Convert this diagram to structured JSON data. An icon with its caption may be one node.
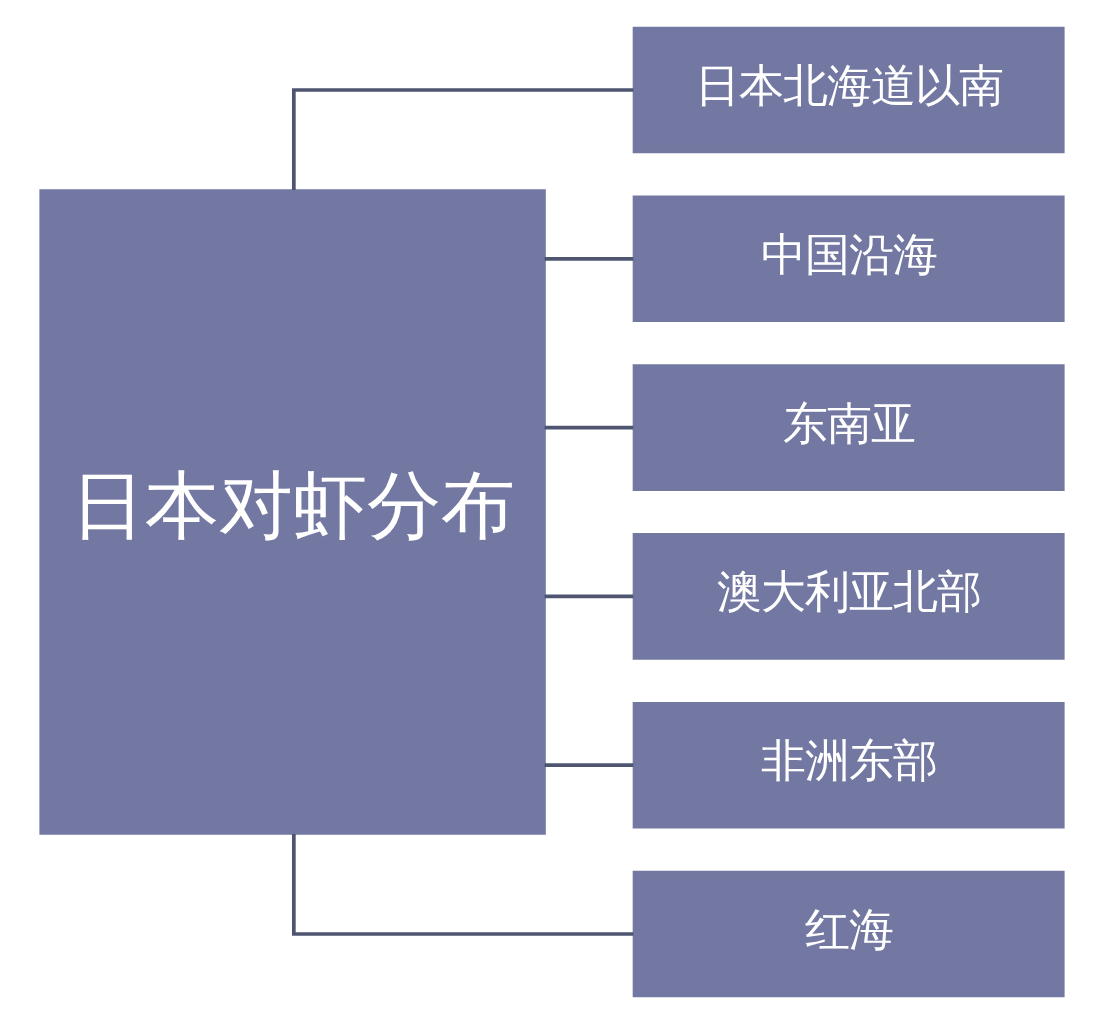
{
  "diagram": {
    "nodes": [
      {
        "text": [
          "日本对虾分布"
        ]
      },
      {
        "text": [
          "日本北海道以南"
        ]
      },
      {
        "text": [
          "中国沿海"
        ]
      },
      {
        "text": [
          "东南亚"
        ]
      },
      {
        "text": [
          "澳大利亚北部"
        ]
      },
      {
        "text": [
          "非洲东部"
        ]
      },
      {
        "text": [
          "红海"
        ]
      }
    ],
    "edges": [
      {
        "from": 0,
        "to": 1,
        "arrow": "none"
      },
      {
        "from": 0,
        "to": 2,
        "arrow": "none"
      },
      {
        "from": 0,
        "to": 3,
        "arrow": "none"
      },
      {
        "from": 0,
        "to": 4,
        "arrow": "none"
      },
      {
        "from": 0,
        "to": 5,
        "arrow": "none"
      },
      {
        "from": 0,
        "to": 6,
        "arrow": "none"
      }
    ]
  }
}
